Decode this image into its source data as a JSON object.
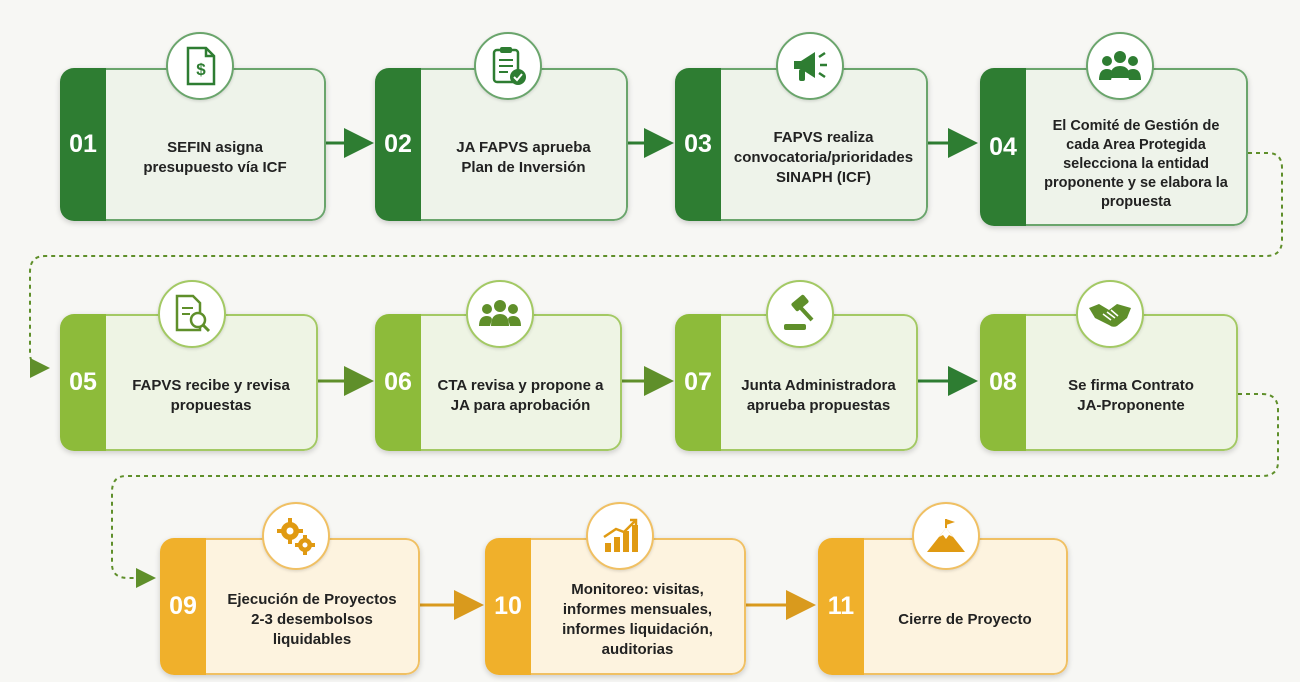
{
  "colors": {
    "dark_green": "#2e7d32",
    "light_green": "#8dbb3a",
    "orange": "#f0b02b"
  },
  "steps": [
    {
      "num": "01",
      "text": "SEFIN asigna presupuesto vía ICF",
      "icon": "dollar-document-icon"
    },
    {
      "num": "02",
      "text": "JA FAPVS aprueba Plan de Inversión",
      "icon": "clipboard-check-icon"
    },
    {
      "num": "03",
      "text": "FAPVS realiza convocatoria/prioridades SINAPH (ICF)",
      "icon": "megaphone-icon"
    },
    {
      "num": "04",
      "text": "El Comité de Gestión de cada Area Protegida selecciona la entidad proponente y se elabora la propuesta",
      "icon": "group-icon"
    },
    {
      "num": "05",
      "text": "FAPVS recibe y revisa propuestas",
      "icon": "document-search-icon"
    },
    {
      "num": "06",
      "text": "CTA revisa y propone a JA para aprobación",
      "icon": "team-icon"
    },
    {
      "num": "07",
      "text": "Junta Administradora aprueba propuestas",
      "icon": "gavel-icon"
    },
    {
      "num": "08",
      "text": "Se firma Contrato JA-Proponente",
      "icon": "handshake-icon"
    },
    {
      "num": "09",
      "text": "Ejecución de Proyectos 2-3 desembolsos liquidables",
      "icon": "gears-icon"
    },
    {
      "num": "10",
      "text": "Monitoreo: visitas, informes mensuales, informes liquidación, auditorias",
      "icon": "growth-chart-icon"
    },
    {
      "num": "11",
      "text": "Cierre de Proyecto",
      "icon": "mountain-flag-icon"
    }
  ]
}
